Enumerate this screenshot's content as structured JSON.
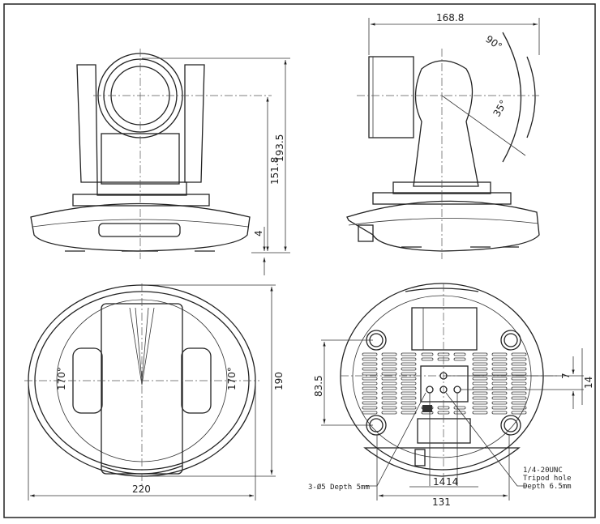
{
  "title": "PTZ camera dimension drawing",
  "front_view": {
    "height_overall": "193.5",
    "height_center": "151.8",
    "foot_height": "4"
  },
  "side_view": {
    "depth": "168.8",
    "tilt_up": "90°",
    "tilt_down": "35°"
  },
  "top_view": {
    "pan_left": "170°",
    "pan_right": "170°",
    "depth": "190",
    "width": "220"
  },
  "bottom_view": {
    "hole_offset_vertical": "83.5",
    "small_offset": "7",
    "spacing_vertical": "14",
    "spacing_left": "14",
    "spacing_right": "14",
    "base_width": "131",
    "screw_holes_note": "3-Ø5 Depth 5mm",
    "tripod_note_line1": "1/4-20UNC",
    "tripod_note_line2": "Tripod hole",
    "tripod_note_line3": "Depth 6.5mm"
  },
  "colors": {
    "line": "#222222",
    "background": "#ffffff"
  }
}
